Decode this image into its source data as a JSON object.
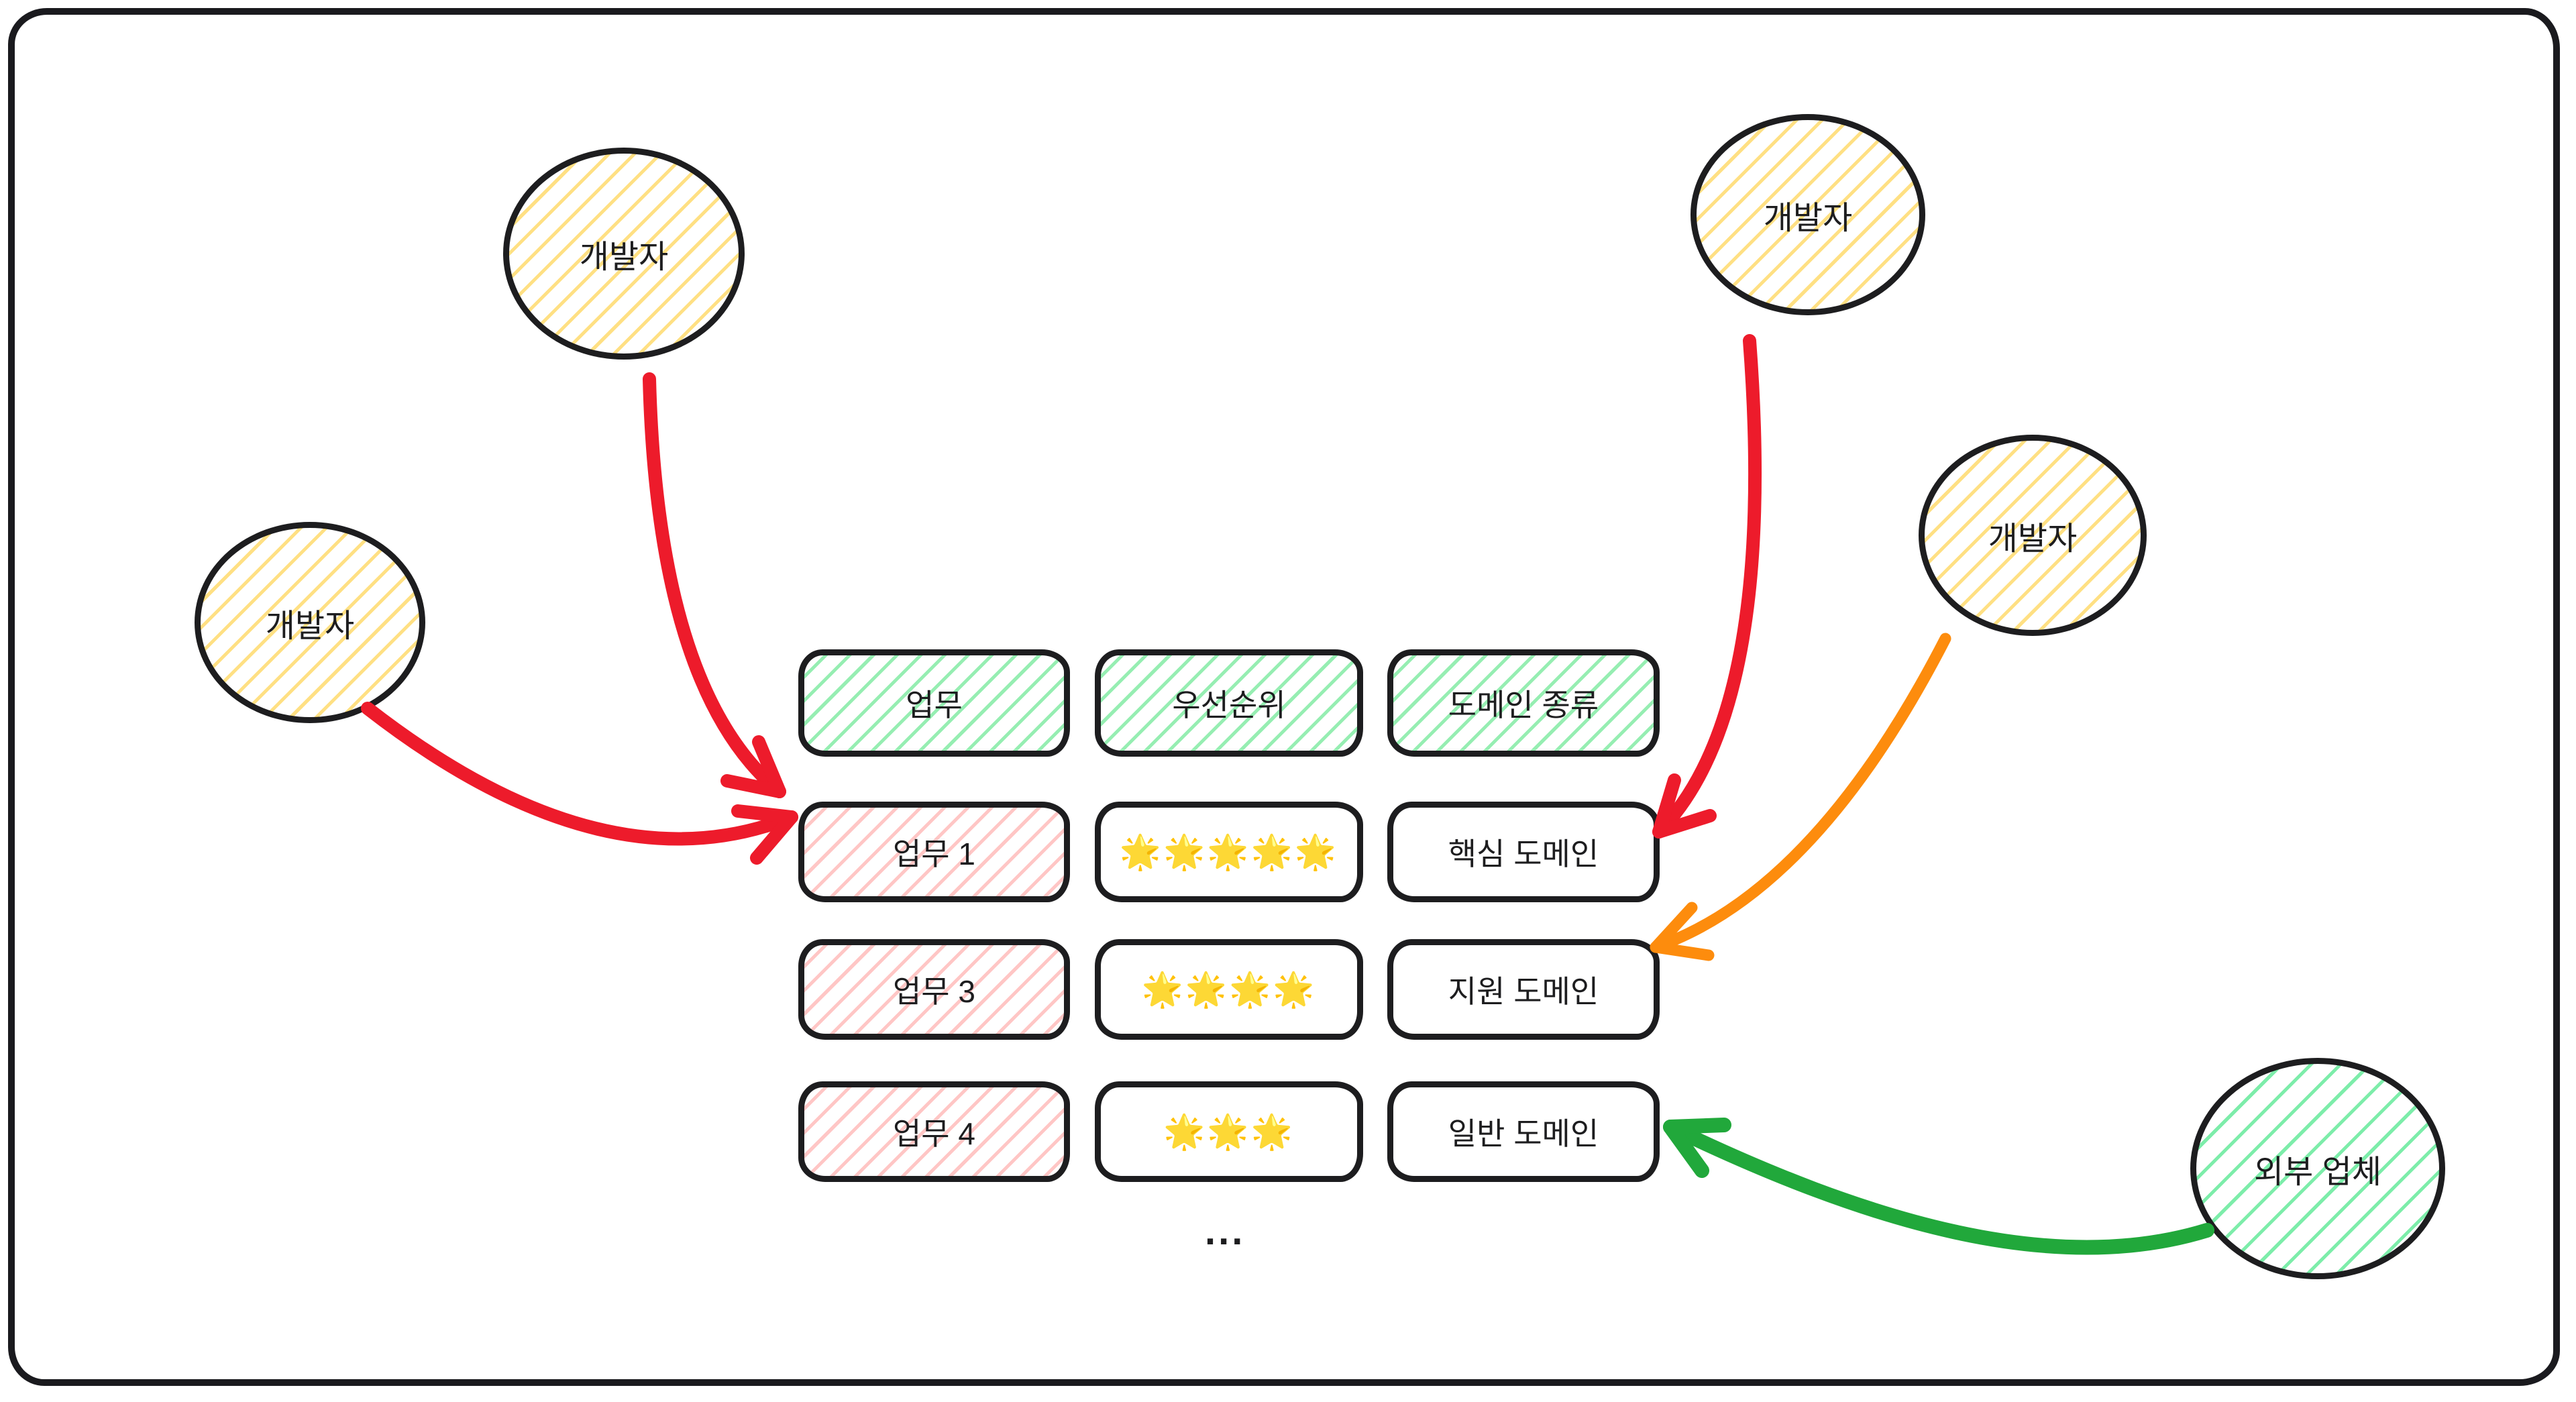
{
  "diagram": {
    "actors": [
      {
        "id": "developer-top-left",
        "label": "개발자"
      },
      {
        "id": "developer-left",
        "label": "개발자"
      },
      {
        "id": "developer-top-right",
        "label": "개발자"
      },
      {
        "id": "developer-right",
        "label": "개발자"
      },
      {
        "id": "external-vendor",
        "label": "외부 업체"
      }
    ],
    "table": {
      "headers": [
        {
          "label": "업무"
        },
        {
          "label": "우선순위"
        },
        {
          "label": "도메인 종류"
        }
      ],
      "rows": [
        {
          "task": "업무 1",
          "priority_stars": "🌟🌟🌟🌟🌟",
          "priority_level": 5,
          "domain": "핵심 도메인"
        },
        {
          "task": "업무 3",
          "priority_stars": "🌟🌟🌟🌟",
          "priority_level": 4,
          "domain": "지원 도메인"
        },
        {
          "task": "업무 4",
          "priority_stars": "🌟🌟🌟",
          "priority_level": 3,
          "domain": "일반 도메인"
        }
      ],
      "ellipsis": "..."
    },
    "arrows": [
      {
        "from": "developer-top-left",
        "to": "task-row-1",
        "color": "#ed1b2b"
      },
      {
        "from": "developer-left",
        "to": "task-row-1",
        "color": "#ed1b2b"
      },
      {
        "from": "developer-top-right",
        "to": "domain-core",
        "color": "#ed1b2b"
      },
      {
        "from": "developer-right",
        "to": "domain-support",
        "color": "#fd8c0d"
      },
      {
        "from": "external-vendor",
        "to": "domain-generic",
        "color": "#21a83b"
      }
    ],
    "colors": {
      "stroke": "#1d1d1f",
      "hatch_yellow": "#ffe083",
      "hatch_green_header": "#96eeb2",
      "hatch_green_vendor": "#7dedaa",
      "hatch_pink": "#ffc6c5",
      "arrow_red": "#ed1b2b",
      "arrow_orange": "#fd8c0d",
      "arrow_green": "#21a83b"
    }
  }
}
